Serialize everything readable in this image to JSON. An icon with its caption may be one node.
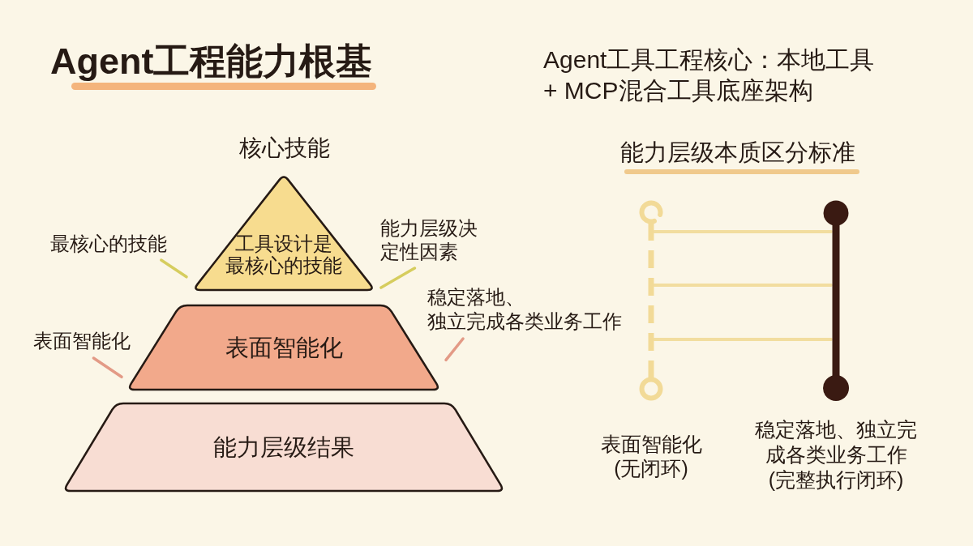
{
  "diagram": {
    "title": "Agent工程能力根基",
    "nodes": [
      {
        "text": [
          "工具设计是最核心的技能"
        ],
        "beside": [
          "核心技能"
        ]
      },
      {
        "text": [
          "表面智能化"
        ]
      },
      {
        "text": [
          "能力层级结果"
        ]
      },
      {
        "text": [
          "最核心的技能"
        ]
      },
      {
        "text": [
          "能力层级决定性因素"
        ]
      },
      {
        "text": [
          "表面智能化"
        ]
      },
      {
        "text": [
          "稳定落地、独立完成各类业务工作"
        ]
      },
      {
        "text": [],
        "shape": "bar",
        "beside": [
          "表面智能化(无闭环)"
        ]
      },
      {
        "text": [],
        "shape": "bar",
        "beside": [
          "稳定落地、独立完成各类业务工作(完整执行闭环)"
        ]
      }
    ],
    "edges": [
      {
        "from": 3,
        "to": 0,
        "arrow": "none",
        "color": "#d6cd5e"
      },
      {
        "from": 4,
        "to": 0,
        "arrow": "none",
        "color": "#d6cd5e"
      },
      {
        "from": 5,
        "to": 1,
        "arrow": "none",
        "color": "#e39a86"
      },
      {
        "from": 6,
        "to": 1,
        "arrow": "none",
        "color": "#e39a86"
      },
      {
        "from": 7,
        "to": 8,
        "arrow": "none",
        "color": "#f2dd9f"
      },
      {
        "from": 7,
        "to": 8,
        "arrow": "none",
        "color": "#f2dd9f"
      },
      {
        "from": 7,
        "to": 8,
        "arrow": "none",
        "color": "#f2dd9f"
      }
    ],
    "labels": [
      "Agent工具工程核心：本地工具 + MCP混合工具底座架构",
      "能力层级本质区分标准"
    ]
  }
}
